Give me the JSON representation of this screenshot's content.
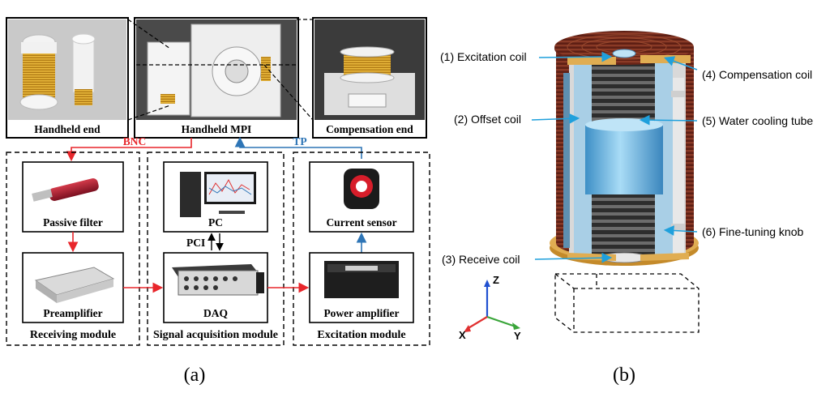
{
  "panel_a": {
    "photos": {
      "handheld_end": "Handheld end",
      "handheld_mpi": "Handheld MPI",
      "compensation_end": "Compensation end"
    },
    "links": {
      "bnc": "BNC",
      "tp": "TP",
      "pci": "PCI"
    },
    "components": {
      "passive_filter": "Passive filter",
      "preamplifier": "Preamplifier",
      "pc": "PC",
      "daq": "DAQ",
      "current_sensor": "Current sensor",
      "power_amplifier": "Power amplifier"
    },
    "modules": {
      "receiving": "Receiving module",
      "signal_acquisition": "Signal acquisition module",
      "excitation": "Excitation module"
    },
    "caption": "(a)"
  },
  "panel_b": {
    "callouts": {
      "excitation_coil": "(1) Excitation coil",
      "offset_coil": "(2) Offset coil",
      "receive_coil": "(3) Receive coil",
      "compensation_coil": "(4) Compensation coil",
      "water_cooling_tube": "(5) Water cooling tube",
      "fine_tuning_knob": "(6) Fine-tuning knob"
    },
    "axes": {
      "z": "Z",
      "x": "X",
      "y": "Y"
    },
    "caption": "(b)"
  },
  "colors": {
    "bnc_link": "#e8262b",
    "tp_link": "#2e75b6",
    "callout_arrow": "#1fa0dc",
    "coil_copper": "#7a2c1c",
    "flange_gold": "#d9a441",
    "inner_blue": "#5bb4e6",
    "axis_x": "#e03030",
    "axis_y": "#3aa53a",
    "axis_z": "#2050d0"
  }
}
